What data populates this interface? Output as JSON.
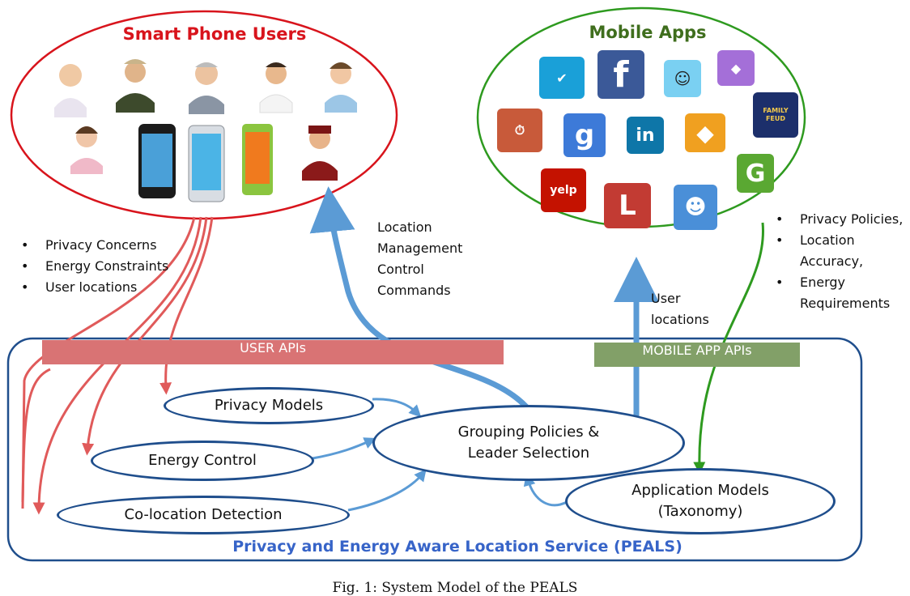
{
  "users_title": "Smart Phone Users",
  "apps_title": "Mobile Apps",
  "user_bullets": [
    "Privacy Concerns",
    "Energy Constraints",
    "User locations"
  ],
  "location_mgmt": [
    "Location",
    "Management",
    "Control",
    "Commands"
  ],
  "user_locations": [
    "User",
    "locations"
  ],
  "app_bullets": [
    "Privacy Policies,",
    "Location Accuracy,",
    "Energy Requirements"
  ],
  "bands": {
    "user": "USER APIs",
    "app": "MOBILE APP APIs"
  },
  "nodes": {
    "privacy": "Privacy Models",
    "energy": "Energy Control",
    "colocation": "Co-location Detection",
    "grouping_1": "Grouping Policies &",
    "grouping_2": "Leader Selection",
    "app_models_1": "Application Models",
    "app_models_2": "(Taxonomy)"
  },
  "service_title": "Privacy and Energy Aware Location Service (PEALS)",
  "caption": "Fig. 1: System Model of the PEALS",
  "app_labels": {
    "linkedin": "in",
    "google": "g",
    "yelp": "yelp",
    "lingo": "L",
    "family": "FAMILY FEUD",
    "groupon": "G",
    "facebook": "f"
  },
  "colors": {
    "red": "#d8141c",
    "green": "#2e9a1f",
    "blue": "#1f4e8c",
    "light_blue": "#5b9bd5",
    "red_arrow": "#e05a5a"
  }
}
